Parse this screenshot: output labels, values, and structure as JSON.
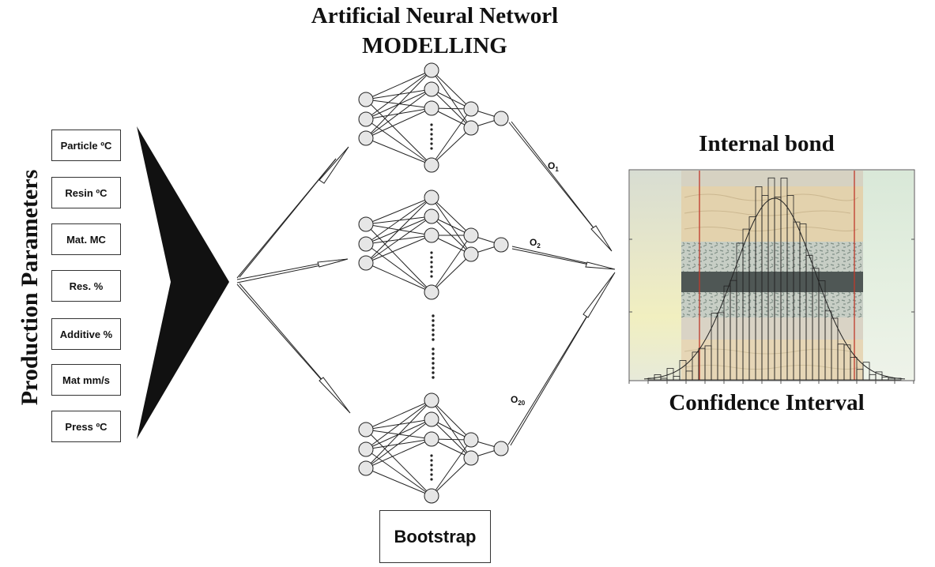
{
  "title": {
    "line1": "Artificial Neural Networl",
    "line2": "MODELLING"
  },
  "inputs": {
    "group_label": "Production Parameters",
    "items": [
      "Particle ºC",
      "Resin ºC",
      "Mat. MC",
      "Res. %",
      "Additive %",
      "Mat mm/s",
      "Press ºC"
    ]
  },
  "outputs": {
    "o1": {
      "base": "O",
      "sub": "1"
    },
    "o2": {
      "base": "O",
      "sub": "2"
    },
    "o20": {
      "base": "O",
      "sub": "20"
    }
  },
  "bootstrap_label": "Bootstrap",
  "result": {
    "top_label": "Internal bond",
    "bottom_label": "Confidence Interval"
  },
  "colors": {
    "node_fill": "#e6e6e6",
    "interval_line": "#c0392b",
    "arrow_fill": "#111111"
  }
}
